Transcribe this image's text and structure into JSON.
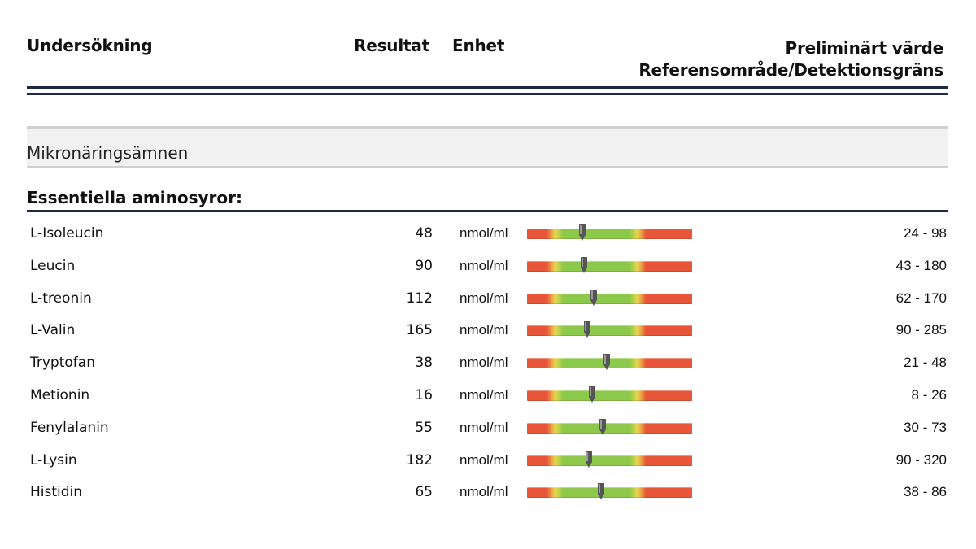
{
  "header": {
    "test": "Undersökning",
    "result": "Resultat",
    "unit": "Enhet",
    "ref_line1": "Preliminärt värde",
    "ref_line2": "Referensområde/Detektionsgräns"
  },
  "section": {
    "title": "Mikronäringsämnen"
  },
  "group": {
    "title": "Essentiella aminosyror:"
  },
  "colors": {
    "low_high": "#e8563a",
    "normal": "#8cc94a",
    "transition": "#e8d84a",
    "marker": "#555555",
    "rule": "#1e2a44"
  },
  "rows": [
    {
      "name": "L-Isoleucin",
      "result": "48",
      "unit": "nmol/ml",
      "ref": "24 - 98",
      "value": 48,
      "low": 24,
      "high": 98
    },
    {
      "name": "Leucin",
      "result": "90",
      "unit": "nmol/ml",
      "ref": "43 - 180",
      "value": 90,
      "low": 43,
      "high": 180
    },
    {
      "name": "L-treonin",
      "result": "112",
      "unit": "nmol/ml",
      "ref": "62 - 170",
      "value": 112,
      "low": 62,
      "high": 170
    },
    {
      "name": "L-Valin",
      "result": "165",
      "unit": "nmol/ml",
      "ref": "90 - 285",
      "value": 165,
      "low": 90,
      "high": 285
    },
    {
      "name": "Tryptofan",
      "result": "38",
      "unit": "nmol/ml",
      "ref": "21 - 48",
      "value": 38,
      "low": 21,
      "high": 48
    },
    {
      "name": "Metionin",
      "result": "16",
      "unit": "nmol/ml",
      "ref": "8 - 26",
      "value": 16,
      "low": 8,
      "high": 26
    },
    {
      "name": "Fenylalanin",
      "result": "55",
      "unit": "nmol/ml",
      "ref": "30 - 73",
      "value": 55,
      "low": 30,
      "high": 73
    },
    {
      "name": "L-Lysin",
      "result": "182",
      "unit": "nmol/ml",
      "ref": "90 - 320",
      "value": 182,
      "low": 90,
      "high": 320
    },
    {
      "name": "Histidin",
      "result": "65",
      "unit": "nmol/ml",
      "ref": "38 - 86",
      "value": 65,
      "low": 38,
      "high": 86
    }
  ]
}
